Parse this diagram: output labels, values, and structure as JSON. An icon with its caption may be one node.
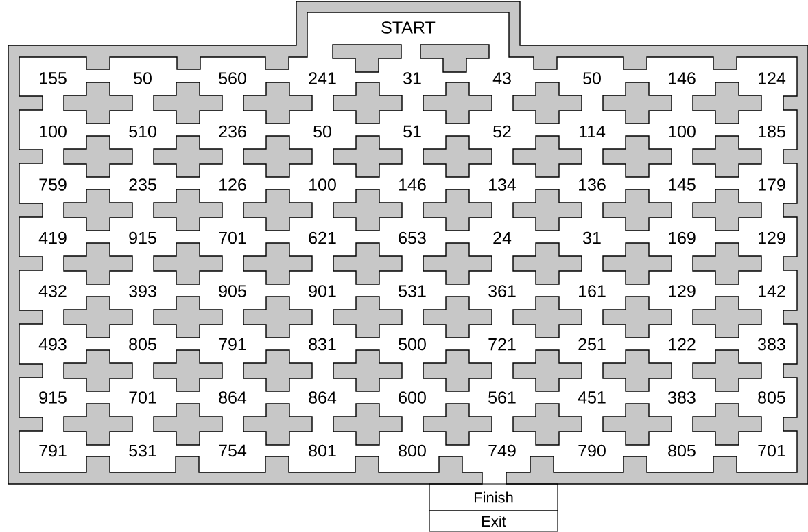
{
  "diagram": {
    "nodes": [
      {
        "text": [
          "Finish"
        ]
      },
      {
        "text": [
          "Exit"
        ]
      }
    ],
    "edges": [],
    "labels": [
      "START",
      "155",
      "50",
      "560",
      "241",
      "31",
      "43",
      "50",
      "146",
      "124",
      "100",
      "510",
      "236",
      "50",
      "51",
      "52",
      "114",
      "100",
      "185",
      "759",
      "235",
      "126",
      "100",
      "146",
      "134",
      "136",
      "145",
      "179",
      "419",
      "915",
      "701",
      "621",
      "653",
      "24",
      "31",
      "169",
      "129",
      "432",
      "393",
      "905",
      "901",
      "531",
      "361",
      "161",
      "129",
      "142",
      "493",
      "805",
      "791",
      "831",
      "500",
      "721",
      "251",
      "122",
      "383",
      "915",
      "701",
      "864",
      "864",
      "600",
      "561",
      "451",
      "383",
      "805",
      "791",
      "531",
      "754",
      "801",
      "800",
      "749",
      "790",
      "805",
      "701"
    ]
  }
}
